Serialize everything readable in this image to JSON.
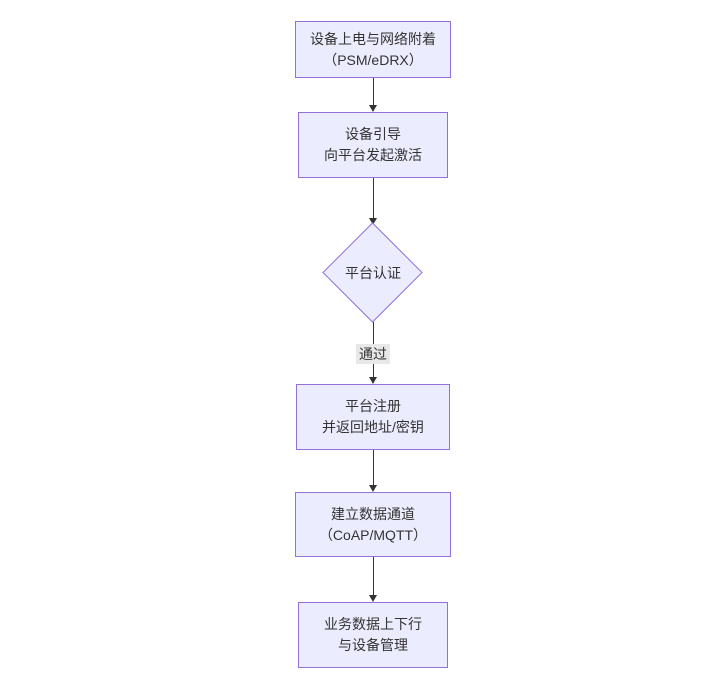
{
  "diagram": {
    "type": "flowchart",
    "direction": "top-down",
    "nodes": [
      {
        "id": "power-attach",
        "shape": "rect",
        "lines": [
          "设备上电与网络附着",
          "（PSM/eDRX）"
        ]
      },
      {
        "id": "device-bootstrap",
        "shape": "rect",
        "lines": [
          "设备引导",
          "向平台发起激活"
        ]
      },
      {
        "id": "platform-auth",
        "shape": "diamond",
        "lines": [
          "平台认证"
        ]
      },
      {
        "id": "platform-register",
        "shape": "rect",
        "lines": [
          "平台注册",
          "并返回地址/密钥"
        ]
      },
      {
        "id": "data-channel",
        "shape": "rect",
        "lines": [
          "建立数据通道",
          "（CoAP/MQTT）"
        ]
      },
      {
        "id": "business-data",
        "shape": "rect",
        "lines": [
          "业务数据上下行",
          "与设备管理"
        ]
      }
    ],
    "edges": [
      {
        "from": "power-attach",
        "to": "device-bootstrap",
        "label": ""
      },
      {
        "from": "device-bootstrap",
        "to": "platform-auth",
        "label": ""
      },
      {
        "from": "platform-auth",
        "to": "platform-register",
        "label": "通过"
      },
      {
        "from": "platform-register",
        "to": "data-channel",
        "label": ""
      },
      {
        "from": "data-channel",
        "to": "business-data",
        "label": ""
      }
    ],
    "colors": {
      "node_fill": "#ECECFF",
      "node_border": "#9370DB",
      "edge_line": "#333333",
      "text": "#333333",
      "edge_label_bg": "#e8e8e8",
      "background": "#ffffff"
    }
  }
}
